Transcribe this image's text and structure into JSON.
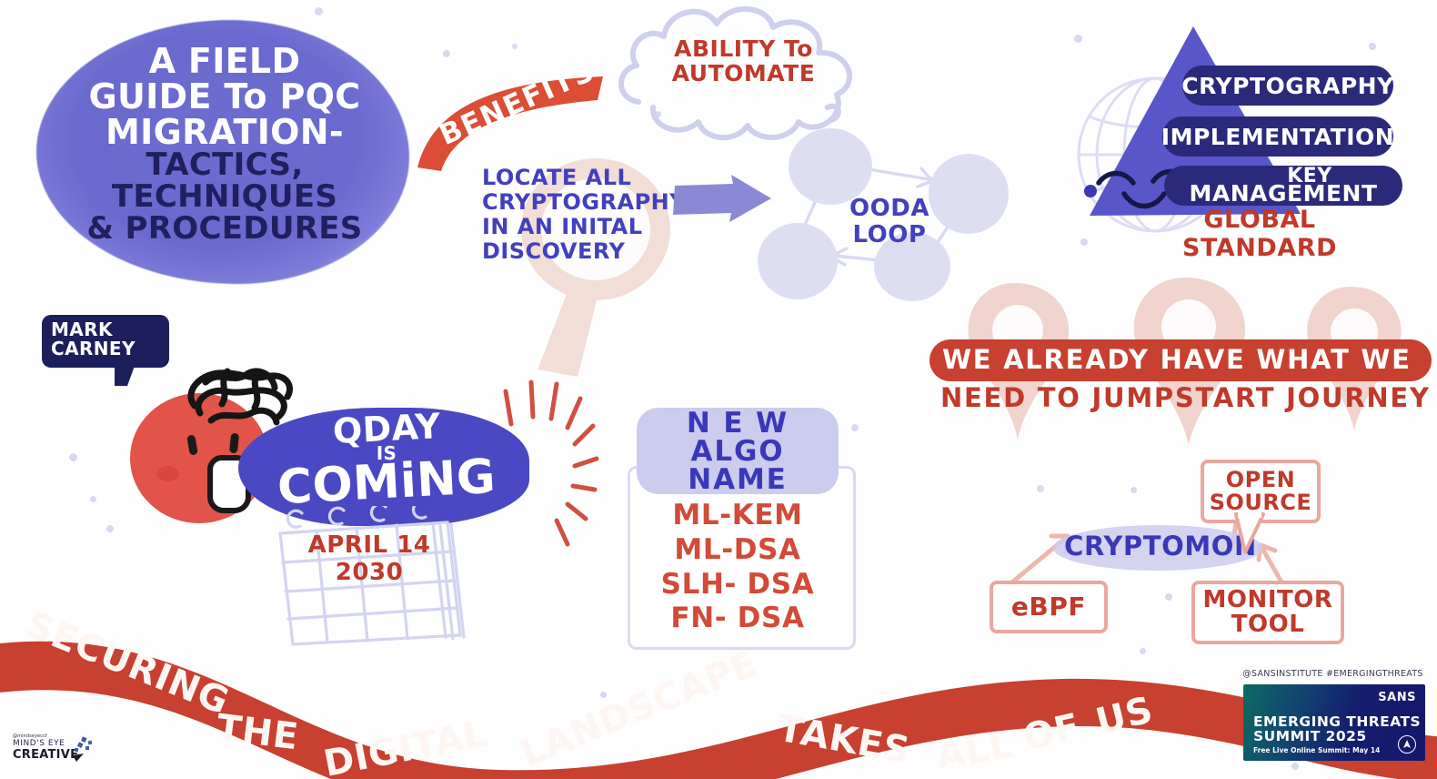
{
  "poster": {
    "title_lines_white": [
      "A FIELD",
      "GUIDE To PQC",
      "MIGRATION-"
    ],
    "title_lines_dark": [
      "TACTICS,",
      "TECHNIQUES",
      "& PROCEDURES"
    ],
    "speaker": {
      "line1": "MARK",
      "line2": "CARNEY"
    }
  },
  "qday": {
    "word1": "QDAY",
    "word2": "IS",
    "word3": "COMiNG",
    "date_line1": "APRIL 14",
    "date_line2": "2030"
  },
  "benefits": {
    "banner_label": "BENEFITS",
    "cloud_line1": "ABILITY To",
    "cloud_line2": "AUTOMATE"
  },
  "discovery": {
    "line1": "LOCATE  ALL",
    "line2": "CRYPTOGRAPHY",
    "line3": "IN AN INITAL",
    "line4": "DISCOVERY"
  },
  "ooda": {
    "line1": "OODA",
    "line2": "LOOP",
    "node_count": 4
  },
  "global_standard": {
    "pills": [
      "CRYPTOGRAPHY",
      "IMPLEMENTATION"
    ],
    "pill3_small": "KEY",
    "pill3_large": "MANAGEMENT",
    "caption": "GLOBAL STANDARD"
  },
  "jumpstart": {
    "line1": "WE ALREADY HAVE  WHAT WE",
    "line2": "NEED TO JUMPSTART  JOURNEY",
    "pin_count": 3
  },
  "algorithms": {
    "header_lines": [
      "N E W",
      "ALGO",
      "NAME"
    ],
    "names": [
      "ML-KEM",
      "ML-DSA",
      "SLH- DSA",
      "FN- DSA"
    ]
  },
  "cryptomon": {
    "label": "CRYPTOMON",
    "open_source": "OPEN\nSOURCE",
    "open_source_l1": "OPEN",
    "open_source_l2": "SOURCE",
    "ebpf": "eBPF",
    "monitor_l1": "MONITOR",
    "monitor_l2": "TOOL"
  },
  "ribbon": {
    "words": [
      "SECURING",
      "THE",
      "DIGITAL",
      "LANDSCAPE",
      "TAKES",
      "ALL",
      "OF",
      "US"
    ],
    "full_text": "SECURING THE DIGITAL LANDSCAPE TAKES ALL OF US"
  },
  "credits": {
    "mec_handle": "@mindseyeccf",
    "mec_line1": "MIND'S EYE",
    "mec_line2": "CREATIVE",
    "sans_handle": "@SANSINSTITUTE  #EMERGINGTHREATS",
    "sans_logo": "SANS",
    "sans_title1": "EMERGING THREATS",
    "sans_title2": "SUMMIT 2025",
    "sans_sub": "Free Live Online Summit: May 14"
  },
  "colors": {
    "purple_blob": "#6a69cd",
    "deep_blue": "#3a38b8",
    "navy": "#1c1f5c",
    "red": "#c8402f",
    "red_text": "#c0392b",
    "lavender": "#ccccef",
    "pale_pink": "#f2dcd6",
    "character_red": "#e2534a"
  }
}
